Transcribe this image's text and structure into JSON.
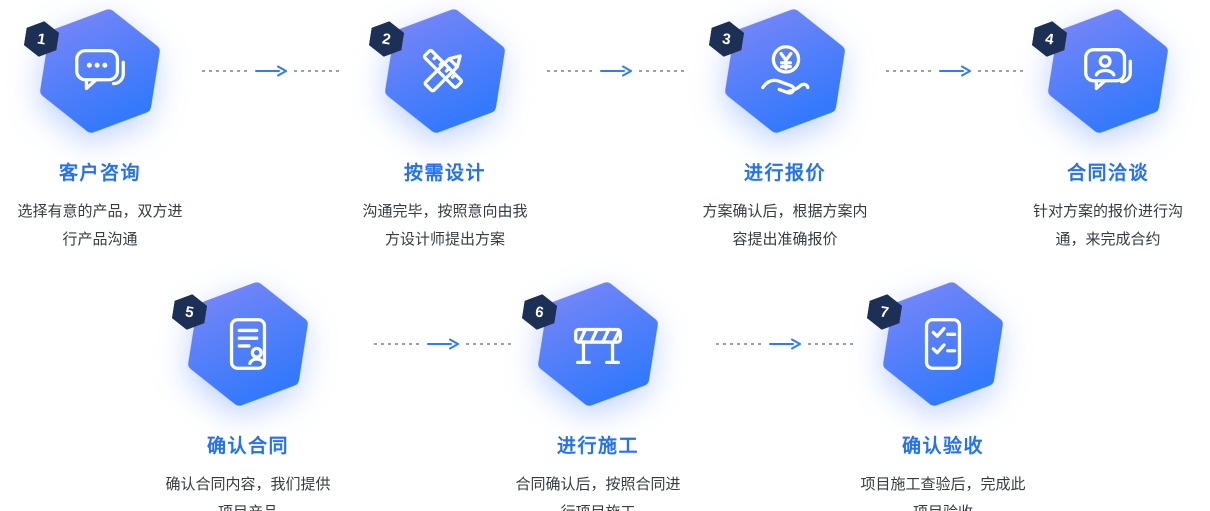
{
  "page": {
    "background": "#ffffff",
    "type": "process-flow-diagram"
  },
  "colors": {
    "title_blue": "#2471f5",
    "hex_gradient_start": "#7b86f7",
    "hex_gradient_end": "#3279fc",
    "badge_navy": "#1c2f55",
    "arrow_blue": "#2f7bff",
    "dash_gray": "#9ba1ab",
    "description_text": "#353b45",
    "icon_white": "#ffffff"
  },
  "steps": [
    {
      "number": "1",
      "title": "客户咨询",
      "description": "选择有意的产品，双方进行产品沟通",
      "icon": "chat-bubble-icon"
    },
    {
      "number": "2",
      "title": "按需设计",
      "description": "沟通完毕，按照意向由我方设计师提出方案",
      "icon": "pencil-ruler-icon"
    },
    {
      "number": "3",
      "title": "进行报价",
      "description": "方案确认后，根据方案内容提出准确报价",
      "icon": "hand-coin-yen-icon"
    },
    {
      "number": "4",
      "title": "合同洽谈",
      "description": "针对方案的报价进行沟通，来完成合约",
      "icon": "person-speech-bubble-icon"
    },
    {
      "number": "5",
      "title": "确认合同",
      "description": "确认合同内容，我们提供项目产品",
      "icon": "contract-document-icon"
    },
    {
      "number": "6",
      "title": "进行施工",
      "description": "合同确认后，按照合同进行项目施工",
      "icon": "construction-barrier-icon"
    },
    {
      "number": "7",
      "title": "确认验收",
      "description": "项目施工查验后，完成此项目验收",
      "icon": "checklist-icon"
    }
  ]
}
